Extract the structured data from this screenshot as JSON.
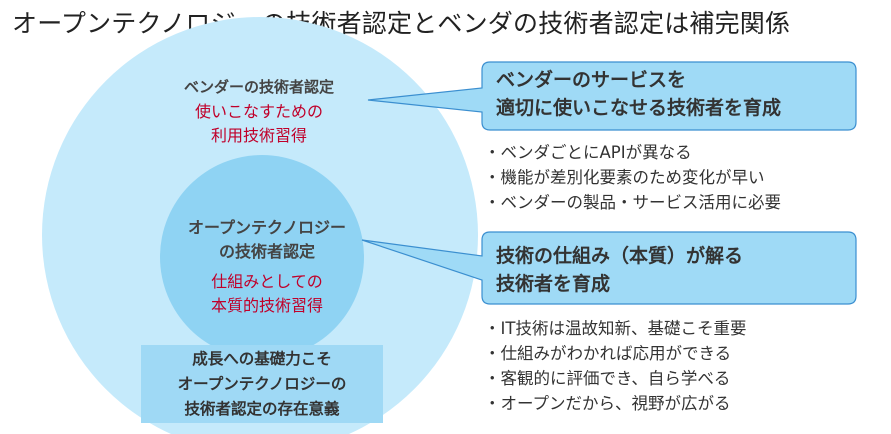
{
  "title": "オープンテクノロジーの技術者認定とベンダの技術者認定は補完関係",
  "outer_circle": {
    "heading": "ベンダーの技術者認定",
    "sub_lines": [
      "使いこなすための",
      "利用技術習得"
    ]
  },
  "inner_circle": {
    "heading_lines": [
      "オープンテクノロジー",
      "の技術者認定"
    ],
    "sub_lines": [
      "仕組みとしての",
      "本質的技術習得"
    ]
  },
  "bottom_box": {
    "lines": [
      "成長への基礎力こそ",
      "オープンテクノロジーの",
      "技術者認定の存在意義"
    ]
  },
  "callout_vendor": {
    "lines": [
      "ベンダーのサービスを",
      "適切に使いこなせる技術者を育成"
    ]
  },
  "bullets_vendor": [
    "ベンダごとにAPIが異なる",
    "機能が差別化要素のため変化が早い",
    "ベンダーの製品・サービス活用に必要"
  ],
  "callout_open": {
    "lines": [
      "技術の仕組み（本質）が解る",
      "技術者を育成"
    ]
  },
  "bullets_open": [
    "IT技術は温故知新、基礎こそ重要",
    "仕組みがわかれば応用ができる",
    "客観的に評価でき、自ら学べる",
    "オープンだから、視野が広がる"
  ],
  "colors": {
    "outer_circle": "#c5eafb",
    "inner_circle": "#8fd3f3",
    "callout_fill": "#9fdaf6",
    "callout_stroke": "#3b8fd0",
    "emphasis_text": "#c0002a",
    "bottom_box": "#9fd9f5"
  }
}
